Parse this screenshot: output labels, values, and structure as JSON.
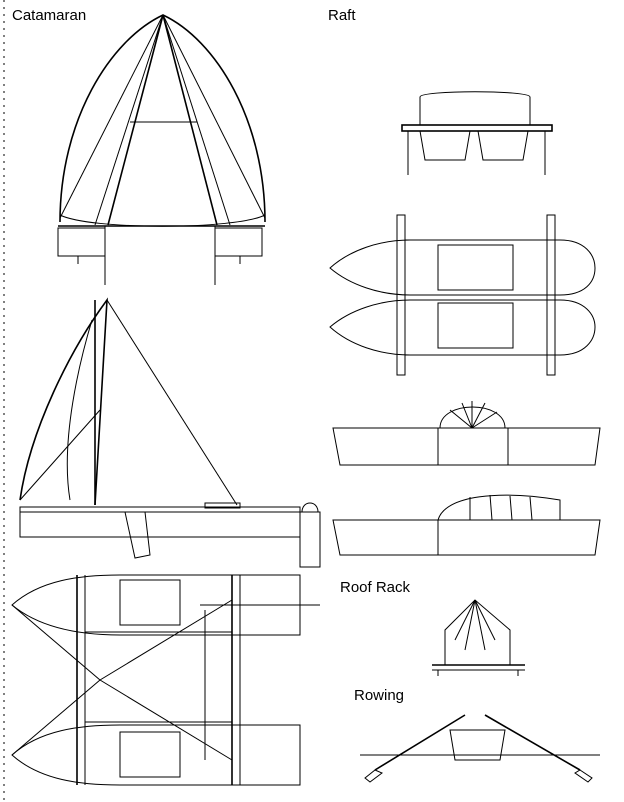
{
  "labels": {
    "catamaran": "Catamaran",
    "raft": "Raft",
    "roof_rack": "Roof Rack",
    "rowing": "Rowing"
  }
}
